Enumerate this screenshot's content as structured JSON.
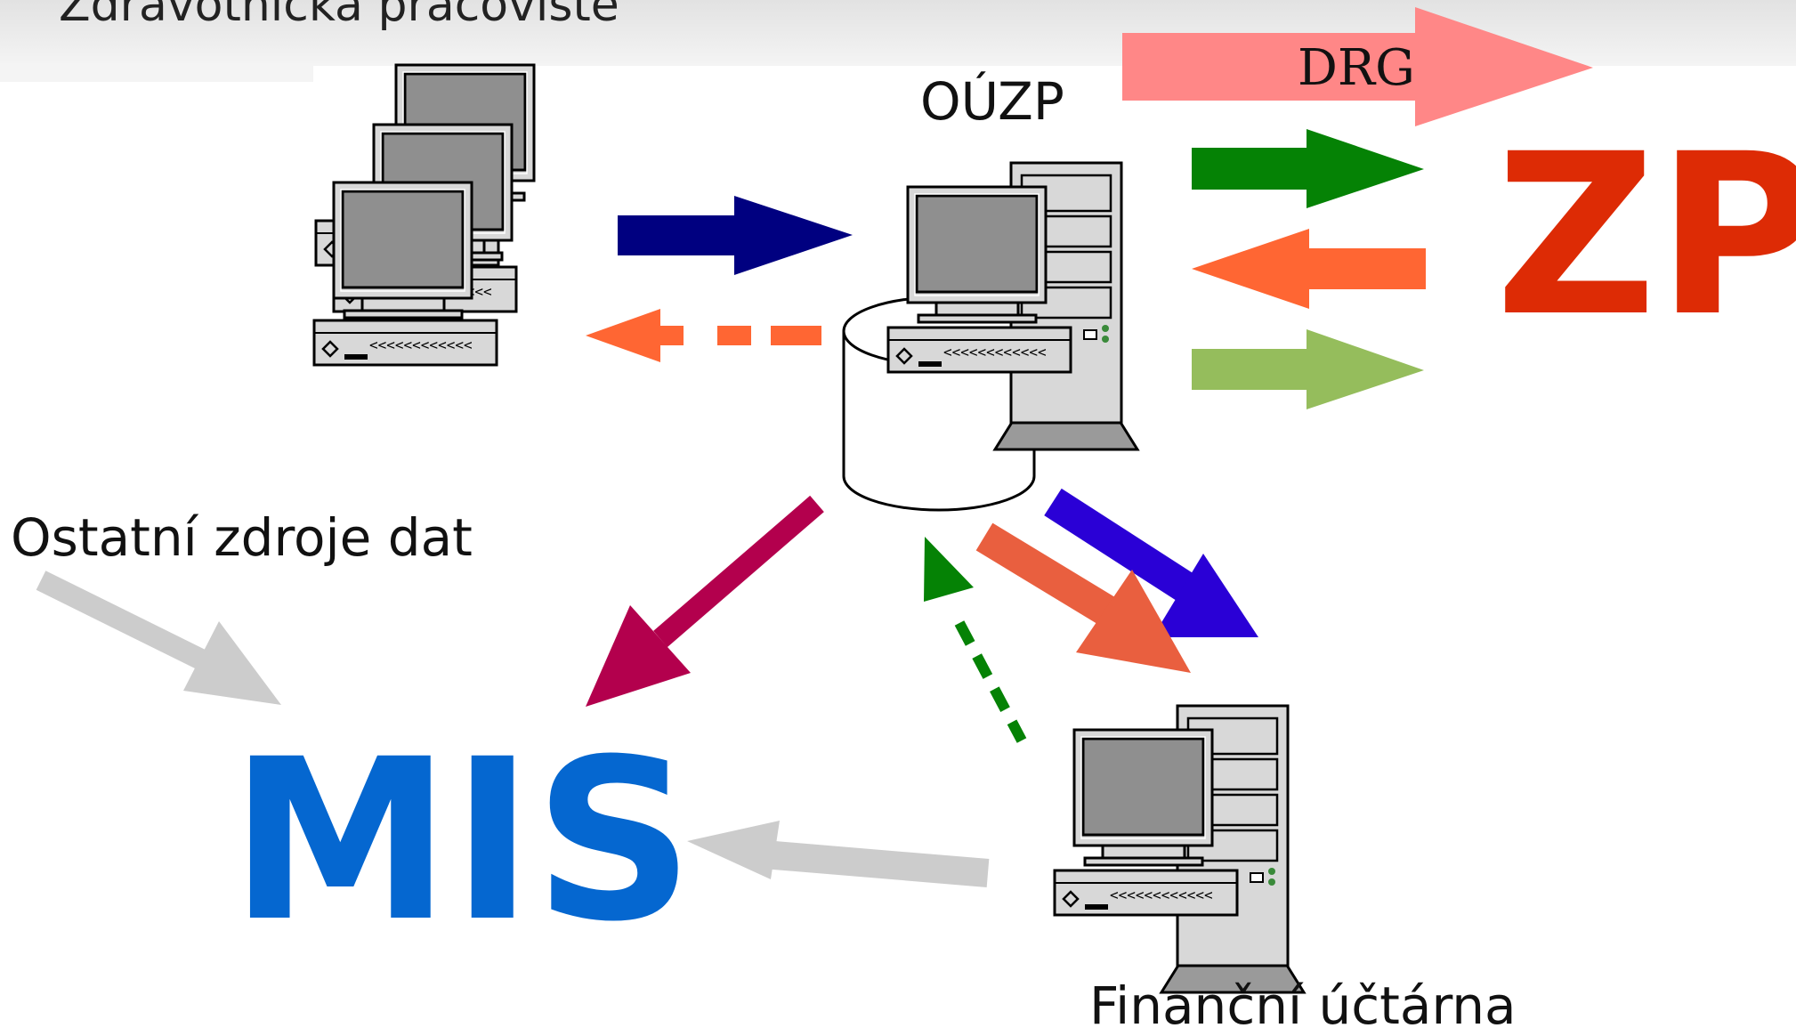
{
  "header": {
    "title": "Zdravotnická pracoviště"
  },
  "labels": {
    "ouzp": "OÚZP",
    "drg": "DRG",
    "zp": "ZP",
    "mis": "MIS",
    "other_sources": "Ostatní zdroje dat",
    "finance": "Finanční účtárna"
  },
  "colors": {
    "zp": "#dd2b05",
    "mis": "#0567d0",
    "drg_arrow": "#ff8787",
    "dark_blue_arrow": "#000080",
    "dark_green_arrow": "#058205",
    "orange_arrow": "#ff6633",
    "light_green_arrow": "#95bd5c",
    "crimson_arrow": "#b3004d",
    "blue_violet_arrow": "#2a00d6",
    "coral_arrow": "#e95f3f",
    "gray_arrow": "#cccccc"
  },
  "icons": [
    "workstations-icon",
    "server-computer-icon",
    "database-cylinder-icon",
    "finance-computer-icon"
  ]
}
